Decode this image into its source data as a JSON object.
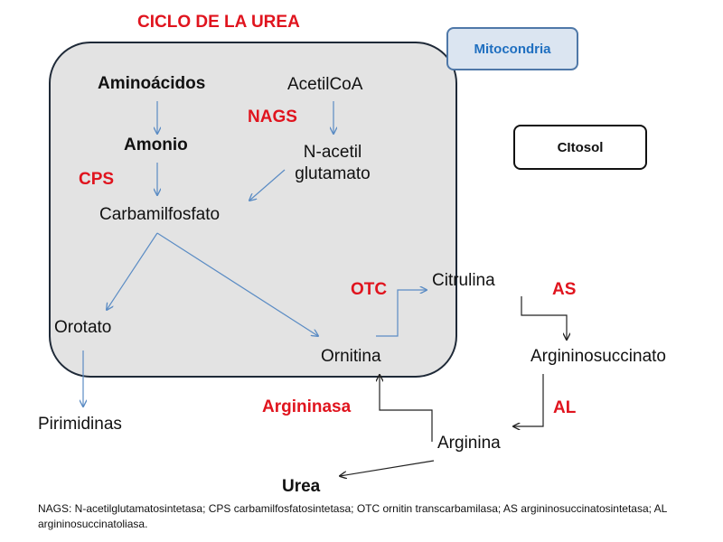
{
  "title": "CICLO DE LA UREA",
  "compartments": {
    "mitochondria": "Mitocondria",
    "cytosol": "CItosol"
  },
  "metabolites": {
    "aminoacids": "Aminoácidos",
    "ammonium": "Amonio",
    "acetylcoa": "AcetilCoA",
    "n_acetyl_line1": "N-acetil",
    "n_acetyl_line2": "glutamato",
    "carbamoyl_phosphate": "Carbamilfosfato",
    "orotate": "Orotato",
    "pyrimidines": "Pirimidinas",
    "ornithine": "Ornitina",
    "citrulline": "Citrulina",
    "argininosuccinate": "Argininosuccinato",
    "arginine": "Arginina",
    "urea": "Urea"
  },
  "enzymes": {
    "nags": "NAGS",
    "cps": "CPS",
    "otc": "OTC",
    "as": "AS",
    "al": "AL",
    "arginase": "Argininasa"
  },
  "legend": "NAGS: N-acetilglutamatosintetasa; CPS carbamilfosfatosintetasa; OTC ornitin transcarbamilasa; AS argininosuccinatosintetasa; AL argininosuccinatoliasa.",
  "colors": {
    "enzyme": "#e0141e",
    "mito_arrow": "#5b8cc4",
    "cyto_arrow": "#111111",
    "mito_fill": "#e3e3e3"
  }
}
